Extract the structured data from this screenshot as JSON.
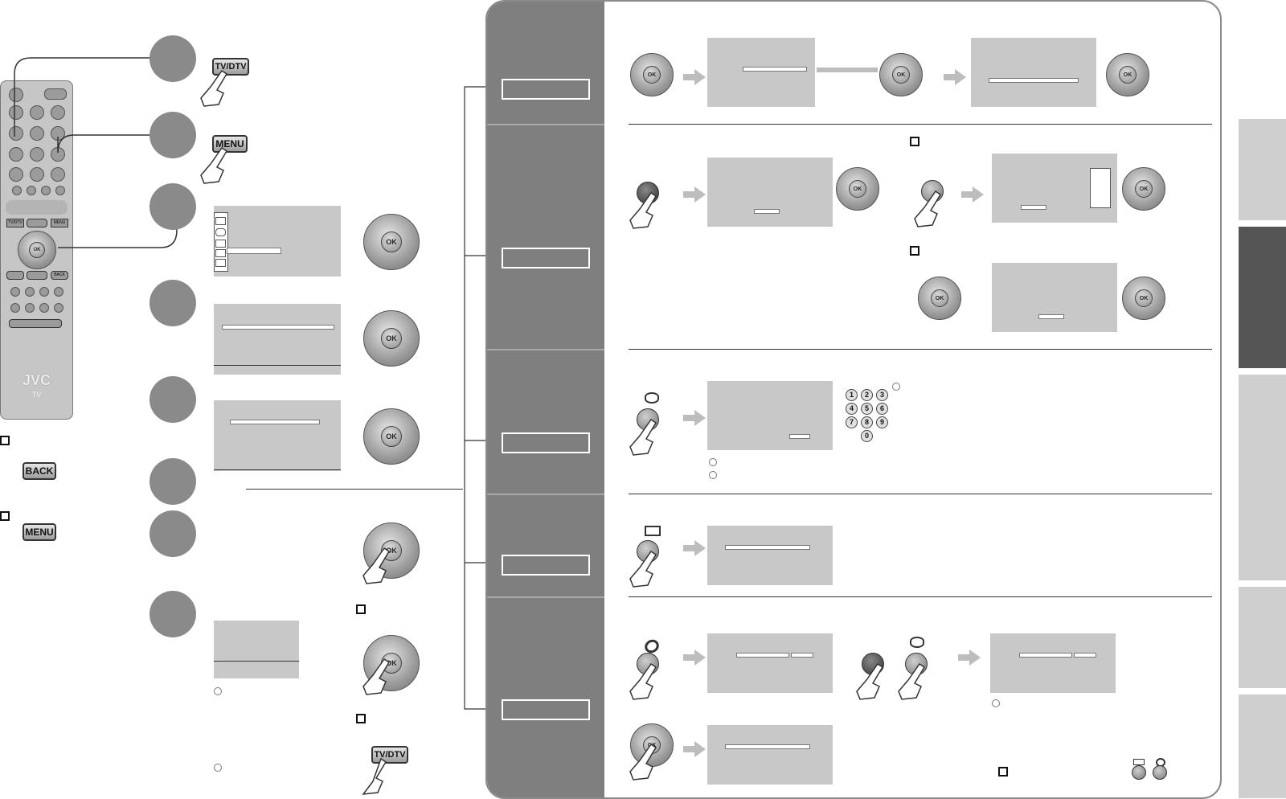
{
  "buttons": {
    "tv_dtv": "TV/DTV",
    "menu": "MENU",
    "back": "BACK",
    "ok": "OK"
  },
  "remote": {
    "brand": "JVC",
    "model": "TV",
    "key_labels": {
      "tvdtv": "TV/DTV",
      "menu": "MENU",
      "back": "BACK",
      "ok": "OK"
    }
  },
  "numpad": [
    "1",
    "2",
    "3",
    "4",
    "5",
    "6",
    "7",
    "8",
    "9",
    "0"
  ],
  "colors": {
    "panel_grey": "#7f7f7f",
    "screen_grey": "#c8c8c8",
    "tab_dark": "#555555",
    "tab_light": "#cfcfcf"
  }
}
